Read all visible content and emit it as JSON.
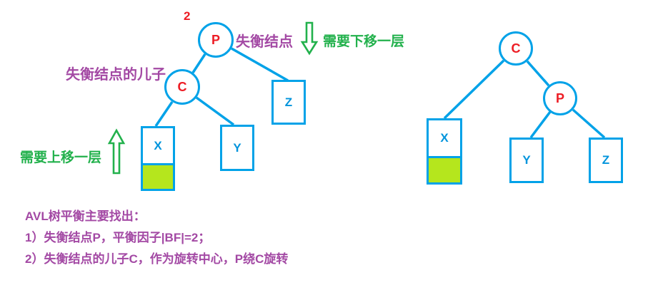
{
  "colors": {
    "tree_outline_blue": "#00A2E8",
    "node_letter_red": "#ED1C24",
    "annotation_green": "#22B14C",
    "annotation_purple": "#A349A4",
    "subtree_fill_green": "#B5E61D",
    "background": "#FFFFFF"
  },
  "tree_before": {
    "balance_factor": "2",
    "root": "P",
    "pivot": "C",
    "subtree_x": "X",
    "subtree_y": "Y",
    "subtree_z": "Z"
  },
  "tree_after": {
    "root": "C",
    "right_child": "P",
    "subtree_x": "X",
    "subtree_y": "Y",
    "subtree_z": "Z"
  },
  "annotations": {
    "unbalanced_node": "失衡结点",
    "unbalanced_child": "失衡结点的儿子",
    "move_down": "需要下移一层",
    "move_up": "需要上移一层"
  },
  "icons": {
    "down_arrow": "hollow-green-arrow-down",
    "up_arrow": "hollow-green-arrow-up"
  },
  "notes": {
    "title": "AVL树平衡主要找出：",
    "item1": "1）失衡结点P，平衡因子|BF|=2；",
    "item2": "2）失衡结点的儿子C，作为旋转中心，P绕C旋转"
  }
}
